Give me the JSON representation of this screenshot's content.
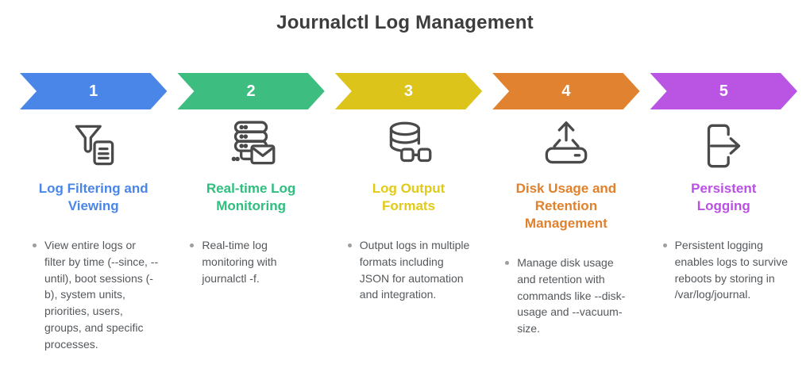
{
  "title": "Journalctl Log Management",
  "colors": {
    "title_text": "#3d3d3d",
    "icon_stroke": "#4a4a4a",
    "body_text": "#54585c",
    "bullet_dot": "#9e9e9e",
    "number_text": "#ffffff"
  },
  "steps": [
    {
      "number": "1",
      "arrow_color": "#4a86e8",
      "heading_color": "#4a86e8",
      "icon": "filter-document-icon",
      "heading": "Log Filtering and Viewing",
      "bullet": "View entire logs or filter by time (--since, --until), boot sessions (-b), system units, priorities, users, groups, and specific processes."
    },
    {
      "number": "2",
      "arrow_color": "#3ebd81",
      "heading_color": "#2ebe7e",
      "icon": "server-mail-icon",
      "heading": "Real-time Log Monitoring",
      "bullet": "Real-time log monitoring with journalctl -f."
    },
    {
      "number": "3",
      "arrow_color": "#dcc41b",
      "heading_color": "#e2ca18",
      "icon": "database-link-icon",
      "heading": "Log Output Formats",
      "bullet": "Output logs in multiple formats including JSON for automation and integration."
    },
    {
      "number": "4",
      "arrow_color": "#e0822f",
      "heading_color": "#e0812d",
      "icon": "disk-upload-icon",
      "heading": "Disk Usage and Retention Management",
      "bullet": "Manage disk usage and retention with commands like --disk-usage and --vacuum-size."
    },
    {
      "number": "5",
      "arrow_color": "#b954e3",
      "heading_color": "#bc4fe4",
      "icon": "export-arrow-icon",
      "heading": "Persistent Logging",
      "bullet": "Persistent logging enables logs to survive reboots by storing in /var/log/journal."
    }
  ]
}
